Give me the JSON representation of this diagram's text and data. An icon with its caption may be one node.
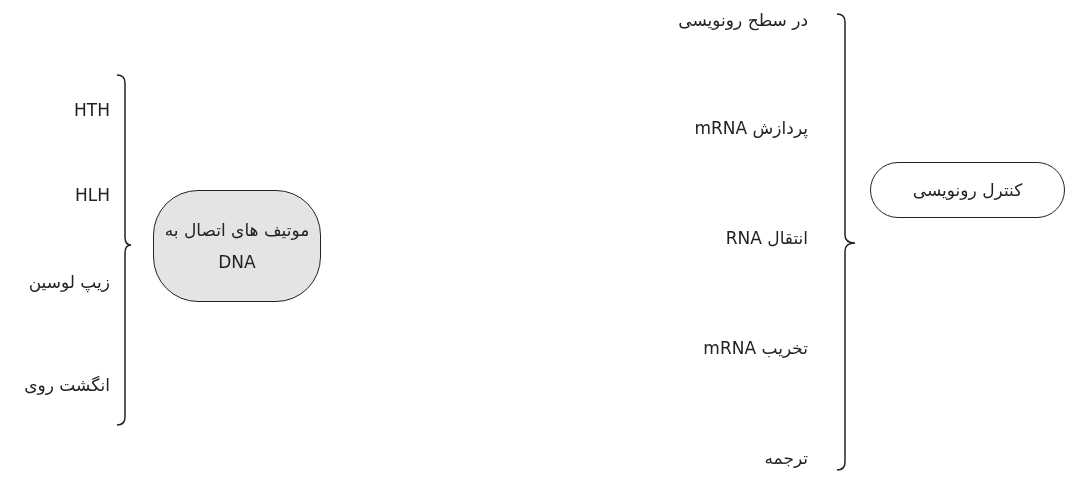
{
  "diagram": {
    "nodes": [
      {
        "text": [
          "موتیف های اتصال به DNA"
        ]
      },
      {
        "text": [
          "کنترل رونویسی"
        ]
      }
    ],
    "labels": [
      "HTH",
      "HLH",
      "زیپ لوسین",
      "انگشت روی",
      "در سطح رونویسی",
      "پردازش mRNA",
      "انتقال RNA",
      "تخریب mRNA",
      "ترجمه"
    ]
  }
}
